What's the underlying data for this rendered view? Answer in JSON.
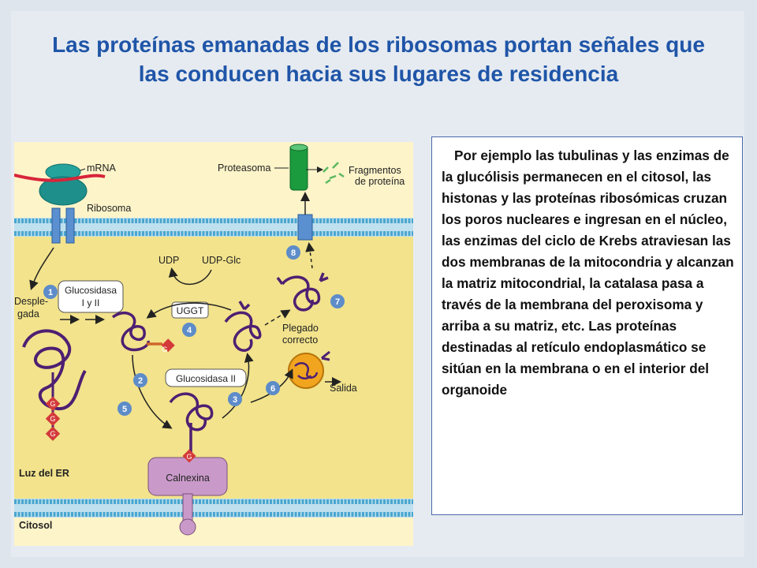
{
  "slide": {
    "title": "Las proteínas emanadas de los ribosomas portan señales que las conducen hacia sus lugares de residencia",
    "body_text": "Por ejemplo las tubulinas y las enzimas de la glucólisis permanecen en el citosol, las histonas y las proteínas ribosómicas cruzan los poros nucleares e ingresan en el núcleo, las enzimas del ciclo de Krebs atraviesan las dos membranas de la mitocondria  y alcanzan la matriz mitocondrial, la catalasa pasa a través de la membrana del peroxisoma y arriba a su matriz, etc. Las proteínas destinadas al retículo endoplasmático se sitúan en la membrana o en el  interior del organoide"
  },
  "figure": {
    "labels": {
      "mrna": "mRNA",
      "ribosoma": "Ribosoma",
      "proteasoma": "Proteasoma",
      "fragmentos_1": "Fragmentos",
      "fragmentos_2": "de proteína",
      "udp": "UDP",
      "udp_glc": "UDP-Glc",
      "glucosidasa_1": "Glucosidasa",
      "glucosidasa_2": "I y II",
      "desplegada_1": "Desple-",
      "desplegada_2": "gada",
      "uggt": "UGGT",
      "plegado_1": "Plegado",
      "plegado_2": "correcto",
      "glucosidasa_ii": "Glucosidasa II",
      "salida": "Salida",
      "calnexina": "Calnexina",
      "luz_er": "Luz del ER",
      "citosol": "Citosol",
      "glucose_mark": "G"
    },
    "steps": [
      "1",
      "2",
      "3",
      "4",
      "5",
      "6",
      "7",
      "8"
    ],
    "colors": {
      "cytosol": "#fdf3c4",
      "er_lumen": "#f3e48e",
      "membrane": "#7fc3df",
      "protein": "#4e1f72",
      "step_circle": "#5d8cc9",
      "glucose": "#d43a3a",
      "proteasome": "#1b9a3e",
      "calnexin": "#c99ac9",
      "ribosome": "#1e8f8a",
      "mrna": "#d8243a"
    }
  }
}
